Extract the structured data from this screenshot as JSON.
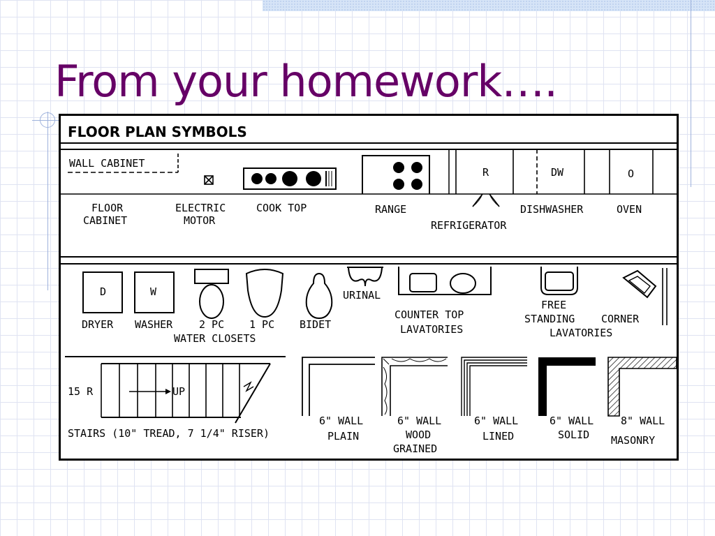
{
  "slide": {
    "title": "From your homework….",
    "colors": {
      "title": "#660066",
      "grid": "#dfe3f2",
      "accent_lines": "#9eb2dc"
    }
  },
  "sheet": {
    "heading": "FLOOR PLAN SYMBOLS",
    "row1": {
      "wall_cabinet": "WALL CABINET",
      "floor_cabinet": [
        "FLOOR",
        "CABINET"
      ],
      "electric_motor": [
        "ELECTRIC",
        "MOTOR"
      ],
      "cook_top": "COOK TOP",
      "range": "RANGE",
      "refrigerator_mark": "R",
      "dishwasher_mark": "DW",
      "oven_mark": "O",
      "refrigerator": "REFRIGERATOR",
      "dishwasher": "DISHWASHER",
      "oven": "OVEN"
    },
    "row2": {
      "dryer_mark": "D",
      "washer_mark": "W",
      "urinal": "URINAL",
      "dryer": "DRYER",
      "washer": "WASHER",
      "two_pc": "2 PC",
      "one_pc": "1 PC",
      "bidet": "BIDET",
      "water_closets": "WATER CLOSETS",
      "counter_top_lavatories": [
        "COUNTER TOP",
        "LAVATORIES"
      ],
      "free_standing": [
        "FREE",
        "STANDING"
      ],
      "corner": "CORNER",
      "lavatories": "LAVATORIES"
    },
    "row3": {
      "risers": "15 R",
      "up": "UP",
      "stairs": "STAIRS (10\" TREAD, 7 1/4\" RISER)",
      "plain": [
        "6\" WALL",
        "PLAIN"
      ],
      "wood": [
        "6\" WALL",
        "WOOD",
        "GRAINED"
      ],
      "lined": [
        "6\" WALL",
        "LINED"
      ],
      "solid": [
        "6\" WALL",
        "SOLID"
      ],
      "masonry": [
        "8\" WALL",
        "MASONRY"
      ]
    }
  }
}
